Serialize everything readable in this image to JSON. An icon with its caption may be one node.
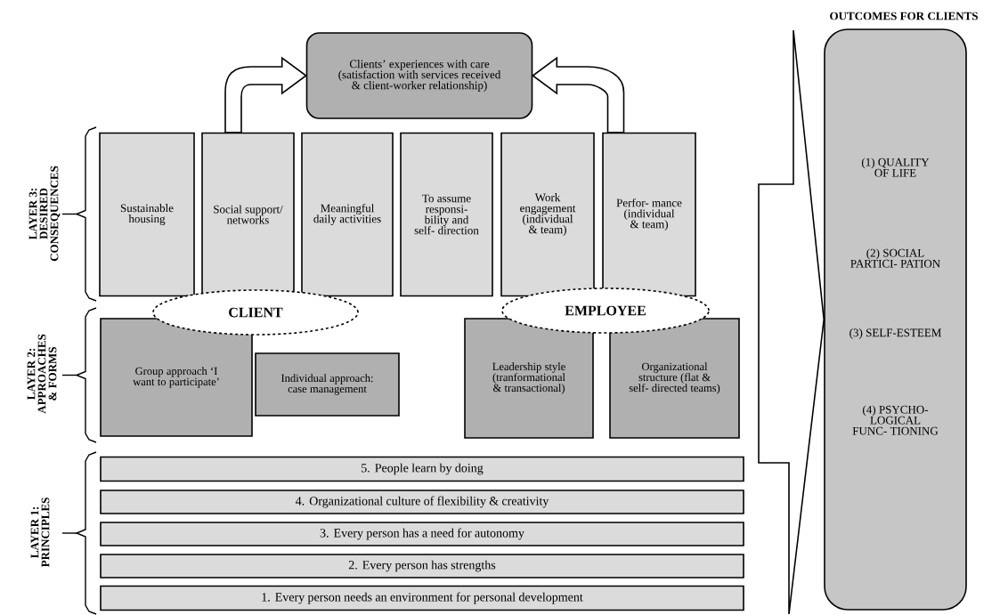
{
  "diagram": {
    "nodes": [
      {
        "text": [
          "Clients’ experiences with care (satisfaction with services received & client-worker relationship)"
        ]
      },
      {
        "text": [
          "Sustainable housing"
        ]
      },
      {
        "text": [
          "Social support/ networks"
        ]
      },
      {
        "text": [
          "Meaningful daily activities"
        ]
      },
      {
        "text": [
          "To assume responsi- bility and self- direction"
        ]
      },
      {
        "text": [
          "Work engagement (individual & team)"
        ]
      },
      {
        "text": [
          "Perfor- mance (individual & team)"
        ]
      },
      {
        "text": [
          "CLIENT"
        ]
      },
      {
        "text": [
          "EMPLOYEE"
        ]
      },
      {
        "text": [
          "Group approach ‘I want to participate’"
        ]
      },
      {
        "text": [
          "Individual approach: case management"
        ]
      },
      {
        "text": [
          "Leadership style (tranformational & transactional)"
        ]
      },
      {
        "text": [
          "Organizational structure (flat & self- directed teams)"
        ]
      },
      {
        "text": [
          "5. People learn by doing"
        ]
      },
      {
        "text": [
          "4. Organizational culture of flexibility & creativity"
        ]
      },
      {
        "text": [
          "3. Every person has a need for autonomy"
        ]
      },
      {
        "text": [
          "2. Every person has strengths"
        ]
      },
      {
        "text": [
          "1. Every person needs an environment for personal development"
        ]
      },
      {
        "text": [
          "OUTCOMES FOR CLIENTS",
          "(1) QUALITY OF LIFE",
          "(2) SOCIAL PARTICI- PATION",
          "(3) SELF-ESTEEM",
          "(4) PSYCHO- LOGICAL FUNC- TIONING"
        ]
      }
    ],
    "edges": [
      {
        "from": 2,
        "to": 0,
        "arrow": "to"
      },
      {
        "from": 6,
        "to": 0,
        "arrow": "to"
      },
      {
        "from": null,
        "to": 18,
        "arrow": "to"
      }
    ],
    "labels": [
      "LAYER 3: DESIRED CONSEQUENCES",
      "LAYER 2: APPROACHES & FORMS",
      "LAYER 1: PRINCIPLES"
    ]
  }
}
